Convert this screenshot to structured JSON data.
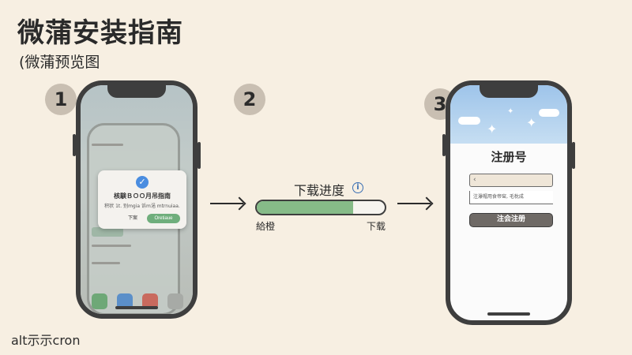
{
  "title": "微蒲安装指南",
  "subtitle": "(微蒲预览图",
  "steps": [
    "1",
    "2",
    "3"
  ],
  "dialog": {
    "title": "核験ＢＯＯ月吊指南",
    "body": "积状 1t. 别mgia 诉m浥 mtrnuiaa.",
    "cancel": "下案",
    "confirm": "Oretiaue"
  },
  "download": {
    "label": "下载进度",
    "progress": 0.75,
    "start_label": "給橙",
    "end_label": "下载"
  },
  "register": {
    "title": "注册号",
    "input1_value": "‹",
    "input2_placeholder": "注瀑帽用食帝窑, 毛枕成",
    "button": "注会注册"
  },
  "alt_text": "alt示示cron",
  "colors": {
    "background": "#f7efe2",
    "progress_fill": "#86bb88",
    "confirm_green": "#6fae7c",
    "check_blue": "#4a8de0",
    "frame": "#3e3e3e"
  }
}
